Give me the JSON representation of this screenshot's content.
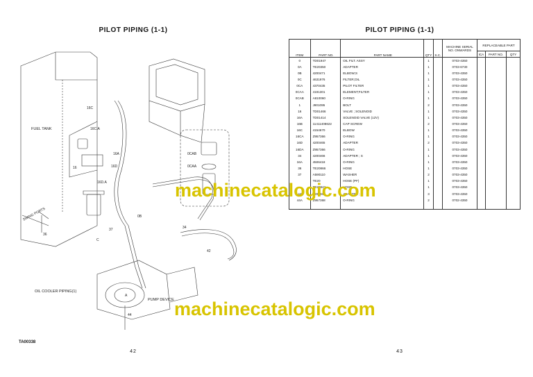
{
  "left": {
    "title": "PILOT PIPING (1-1)",
    "page_number": "42",
    "figure_id": "TA00338",
    "labels": {
      "fuel_tank": "FUEL TANK",
      "oil_cooler": "OIL COOLER PIPING(1)",
      "pump_device": "PUMP DEVICE",
      "swing_ports": "SWING PORTS",
      "l16c": "16C",
      "l16ca": "16C.A",
      "l16a": "16A",
      "l16": "16",
      "l16d": "16D",
      "l16da": "16D.A",
      "l0cab": "0CAB",
      "l0caa": "0CAA",
      "l0b": "0B",
      "l34": "34",
      "l37": "37",
      "l36": "36",
      "l42": "42",
      "l44": "44",
      "lc": "C",
      "la": "A"
    }
  },
  "right": {
    "title": "PILOT PIPING (1-1)",
    "page_number": "43",
    "headers": {
      "item": "ITEM",
      "part_no": "PART NO.",
      "part_name": "PART NAME",
      "qty": "QTY",
      "sc": "S.C.",
      "serial": "MACHINE SERIAL NO. ONWARDS",
      "replaceable": "REPLACEABLE PART",
      "ica": "ICA",
      "r_part_no": "PART NO.",
      "r_qty": "QTY"
    },
    "rows": [
      {
        "item": "0",
        "part": "TD01947",
        "name": "OIL FILT. ASSY",
        "qty": "1",
        "serial": "0703-4350"
      },
      {
        "item": "0A",
        "part": "TE20350",
        "name": "ADAPTER",
        "qty": "1",
        "serial": "0703-6730"
      },
      {
        "item": "0B",
        "part": "4200471",
        "name": "ELBOW;S",
        "qty": "1",
        "serial": "0703-4350"
      },
      {
        "item": "0C",
        "part": "4631976",
        "name": "FILTER;OIL",
        "qty": "1",
        "serial": "0703-4350"
      },
      {
        "item": "0CA",
        "part": "4370435",
        "name": "PILOT FILTER",
        "qty": "1",
        "serial": "0703-4350"
      },
      {
        "item": "0CAA",
        "part": "4191301",
        "name": "ELEMENT;FILTER",
        "qty": "1",
        "serial": "0703-4350"
      },
      {
        "item": "0CAB",
        "part": "A810060",
        "name": "O-RING",
        "qty": "1",
        "serial": "0703-4350"
      },
      {
        "item": "1",
        "part": "J901095",
        "name": "BOLT",
        "qty": "2",
        "serial": "0703-4350"
      },
      {
        "item": "16",
        "part": "TD01466",
        "name": "VALVE ; SOLENOID",
        "qty": "1",
        "serial": "0703-4350"
      },
      {
        "item": "16A",
        "part": "TD01414",
        "name": "SOLENOID VALVE (12V)",
        "qty": "1",
        "serial": "0703-4350"
      },
      {
        "item": "16B",
        "part": "11411408622",
        "name": "CAP SCREW",
        "qty": "2",
        "serial": "0703-4350"
      },
      {
        "item": "16C",
        "part": "4154670",
        "name": "ELBOW",
        "qty": "1",
        "serial": "0703-4350"
      },
      {
        "item": "16CA",
        "part": "Z957366",
        "name": "O-RING",
        "qty": "1",
        "serial": "0703-4350"
      },
      {
        "item": "16D",
        "part": "4200465",
        "name": "ADAPTER",
        "qty": "2",
        "serial": "0703-4350"
      },
      {
        "item": "16DA",
        "part": "Z957366",
        "name": "O-RING",
        "qty": "1",
        "serial": "0703-4350"
      },
      {
        "item": "34",
        "part": "4200466",
        "name": "ADAPTER ; S",
        "qty": "1",
        "serial": "0703-4350"
      },
      {
        "item": "34A",
        "part": "4506418",
        "name": "O-RING",
        "qty": "1",
        "serial": "0703-4350"
      },
      {
        "item": "36",
        "part": "TE20866",
        "name": "HOSE",
        "qty": "1",
        "serial": "0703-4350"
      },
      {
        "item": "37",
        "part": "A590110",
        "name": "WASHER",
        "qty": "2",
        "serial": "0703-4350"
      },
      {
        "item": "",
        "part": "TE20",
        "name": "HOSE (PF)",
        "qty": "1",
        "serial": "0703-4350"
      },
      {
        "item": "",
        "part": "TE20842",
        "name": "HOSE",
        "qty": "1",
        "serial": "0703-4350"
      },
      {
        "item": "44",
        "part": "4200465",
        "name": "ADAPTER ; S",
        "qty": "3",
        "serial": "0703-4350"
      },
      {
        "item": "44A",
        "part": "Z957368",
        "name": "O-RING",
        "qty": "2",
        "serial": "0702-4350"
      }
    ]
  },
  "watermark": "machinecatalogic.com"
}
